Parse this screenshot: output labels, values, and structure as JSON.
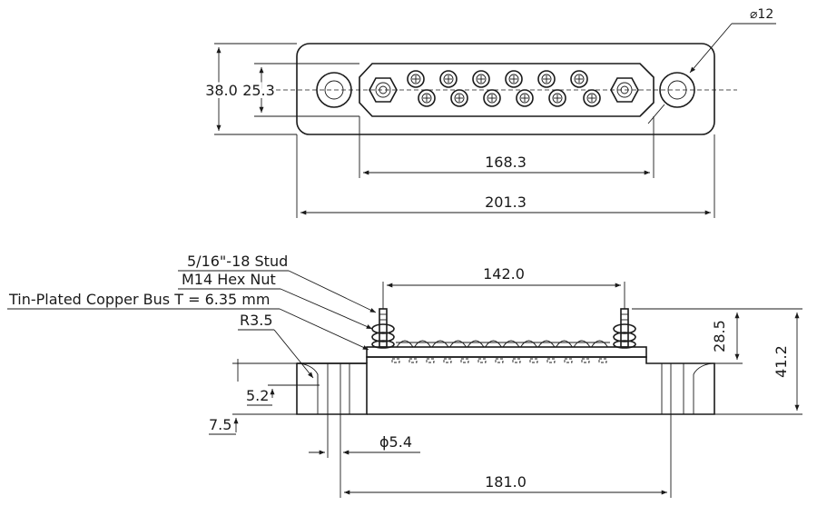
{
  "top_view": {
    "dim_overall_height": "38.0",
    "dim_bus_height": "25.3",
    "dim_bus_length": "168.3",
    "dim_overall_length": "201.3",
    "dim_mount_hole": "⌀12"
  },
  "side_view": {
    "callout_stud": "5/16\"-18 Stud",
    "callout_nut": "M14 Hex Nut",
    "callout_bus": "Tin-Plated Copper Bus T = 6.35 mm",
    "callout_radius": "R3.5",
    "dim_stud_spacing": "142.0",
    "dim_bus_assembly_height": "28.5",
    "dim_total_height": "41.2",
    "dim_flange_top": "5.2",
    "dim_flange_thickness": "7.5",
    "dim_hole": "ϕ5.4",
    "dim_hole_spacing": "181.0"
  }
}
